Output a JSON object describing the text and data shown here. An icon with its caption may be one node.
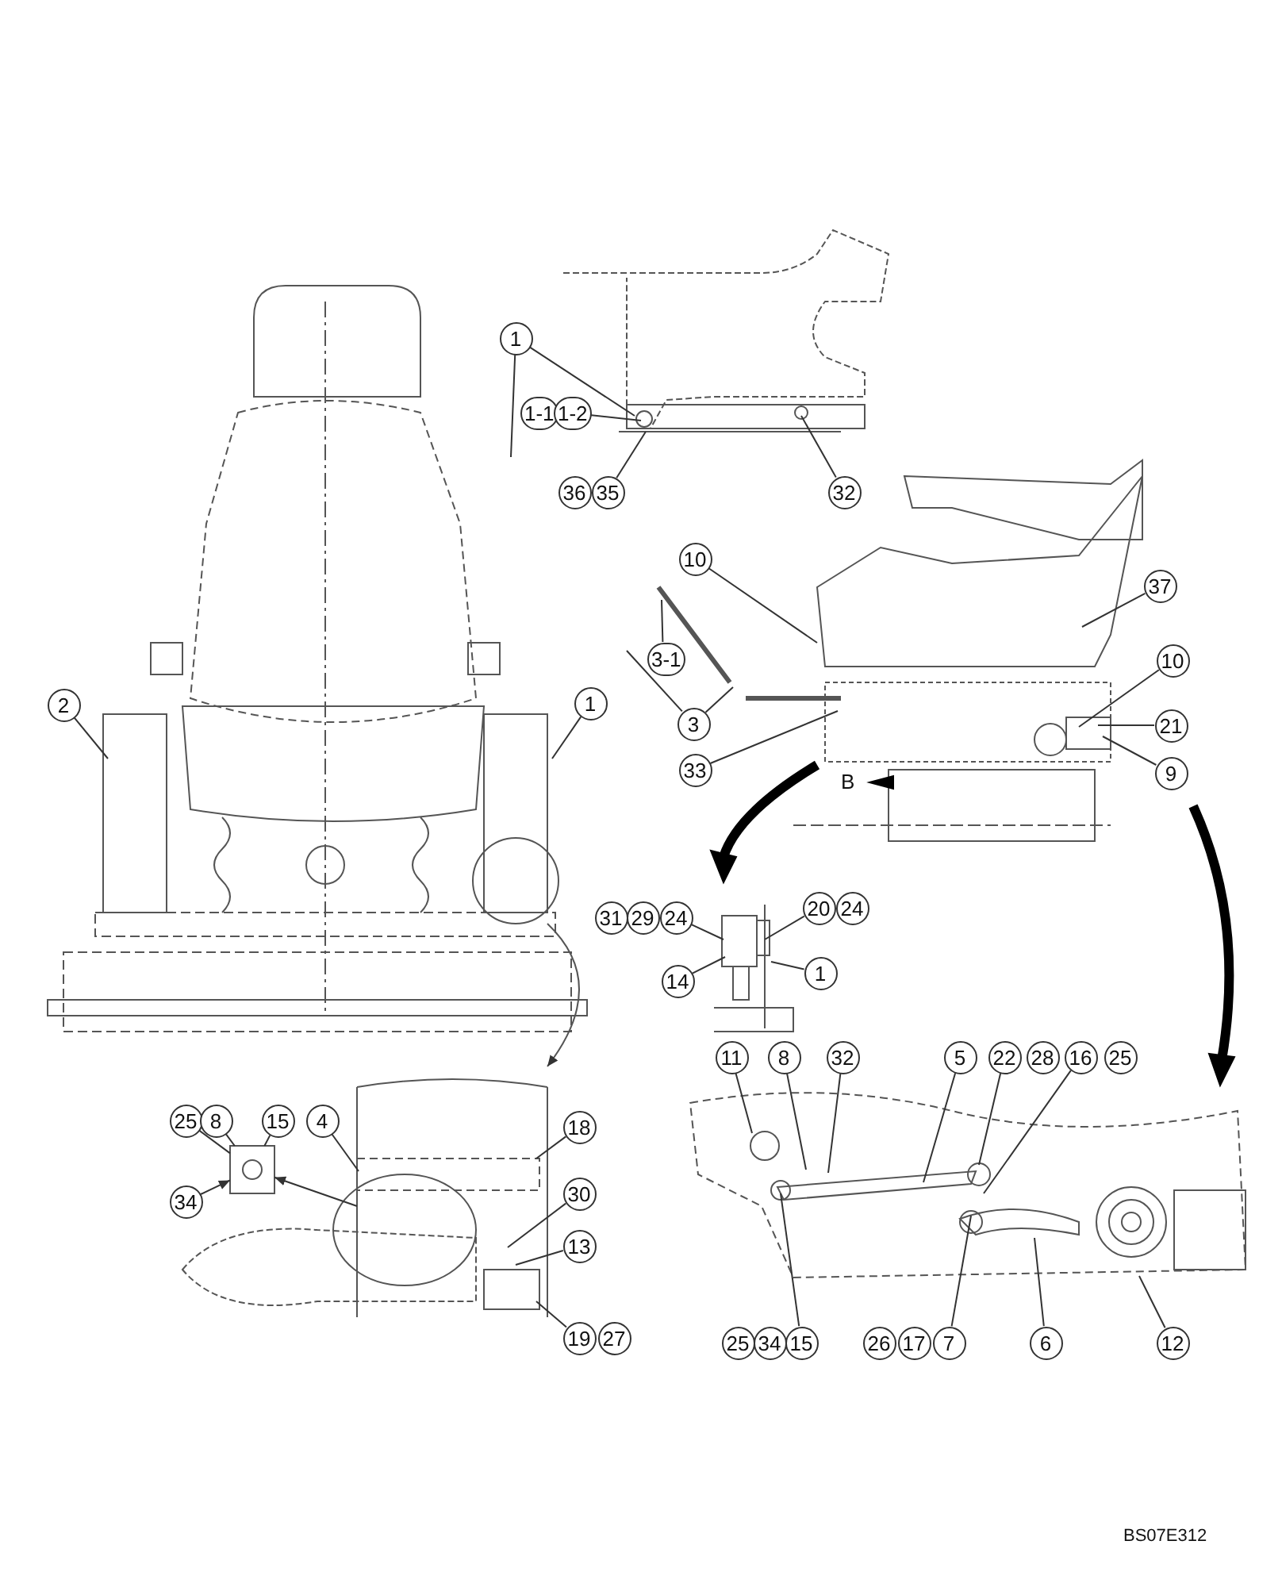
{
  "diagram": {
    "nodes": [
      {
        "text": [
          "1"
        ]
      },
      {
        "text": [
          "1-1"
        ]
      },
      {
        "text": [
          "1-2"
        ]
      },
      {
        "text": [
          "36"
        ]
      },
      {
        "text": [
          "35"
        ]
      },
      {
        "text": [
          "32"
        ]
      },
      {
        "text": [
          "2"
        ]
      },
      {
        "text": [
          "1"
        ]
      },
      {
        "text": [
          "10"
        ]
      },
      {
        "text": [
          "3-1"
        ]
      },
      {
        "text": [
          "3"
        ]
      },
      {
        "text": [
          "33"
        ]
      },
      {
        "text": [
          "37"
        ]
      },
      {
        "text": [
          "10"
        ]
      },
      {
        "text": [
          "21"
        ]
      },
      {
        "text": [
          "9"
        ]
      },
      {
        "text": [
          "31"
        ]
      },
      {
        "text": [
          "29"
        ]
      },
      {
        "text": [
          "24"
        ]
      },
      {
        "text": [
          "20"
        ]
      },
      {
        "text": [
          "24"
        ]
      },
      {
        "text": [
          "14"
        ]
      },
      {
        "text": [
          "1"
        ]
      },
      {
        "text": [
          "11"
        ]
      },
      {
        "text": [
          "8"
        ]
      },
      {
        "text": [
          "32"
        ]
      },
      {
        "text": [
          "5"
        ]
      },
      {
        "text": [
          "22"
        ]
      },
      {
        "text": [
          "28"
        ]
      },
      {
        "text": [
          "16"
        ]
      },
      {
        "text": [
          "25"
        ]
      },
      {
        "text": [
          "25"
        ]
      },
      {
        "text": [
          "34"
        ]
      },
      {
        "text": [
          "15"
        ]
      },
      {
        "text": [
          "26"
        ]
      },
      {
        "text": [
          "17"
        ]
      },
      {
        "text": [
          "7"
        ]
      },
      {
        "text": [
          "6"
        ]
      },
      {
        "text": [
          "12"
        ]
      },
      {
        "text": [
          "25"
        ]
      },
      {
        "text": [
          "8"
        ]
      },
      {
        "text": [
          "15"
        ]
      },
      {
        "text": [
          "34"
        ]
      },
      {
        "text": [
          "4"
        ]
      },
      {
        "text": [
          "18"
        ]
      },
      {
        "text": [
          "30"
        ]
      },
      {
        "text": [
          "13"
        ]
      },
      {
        "text": [
          "19"
        ]
      },
      {
        "text": [
          "27"
        ]
      },
      {
        "text": [],
        "shape": "picture"
      }
    ],
    "edges": [
      {
        "from": 0,
        "to": null,
        "arrow": "none"
      },
      {
        "from": 0,
        "to": null,
        "arrow": "none"
      },
      {
        "from": 2,
        "to": null,
        "arrow": "none"
      },
      {
        "from": 4,
        "to": null,
        "arrow": "none"
      },
      {
        "from": 5,
        "to": null,
        "arrow": "none"
      },
      {
        "from": 6,
        "to": null,
        "arrow": "none"
      },
      {
        "from": 7,
        "to": null,
        "arrow": "none"
      },
      {
        "from": 8,
        "to": null,
        "arrow": "none"
      },
      {
        "from": 9,
        "to": null,
        "arrow": "none"
      },
      {
        "from": 10,
        "to": null,
        "arrow": "none"
      },
      {
        "from": 10,
        "to": null,
        "arrow": "none"
      },
      {
        "from": 11,
        "to": null,
        "arrow": "none"
      },
      {
        "from": 12,
        "to": null,
        "arrow": "none"
      },
      {
        "from": 13,
        "to": null,
        "arrow": "none"
      },
      {
        "from": 14,
        "to": null,
        "arrow": "none"
      },
      {
        "from": 15,
        "to": null,
        "arrow": "none"
      },
      {
        "from": 18,
        "to": null,
        "arrow": "none"
      },
      {
        "from": 19,
        "to": null,
        "arrow": "none"
      },
      {
        "from": 21,
        "to": null,
        "arrow": "none"
      },
      {
        "from": 22,
        "to": null,
        "arrow": "none"
      },
      {
        "from": 23,
        "to": null,
        "arrow": "none"
      },
      {
        "from": 24,
        "to": null,
        "arrow": "none"
      },
      {
        "from": 25,
        "to": null,
        "arrow": "none"
      },
      {
        "from": 26,
        "to": null,
        "arrow": "none"
      },
      {
        "from": 27,
        "to": null,
        "arrow": "none"
      },
      {
        "from": 29,
        "to": null,
        "arrow": "none"
      },
      {
        "from": 33,
        "to": null,
        "arrow": "none"
      },
      {
        "from": 36,
        "to": null,
        "arrow": "none"
      },
      {
        "from": 37,
        "to": null,
        "arrow": "none"
      },
      {
        "from": 38,
        "to": null,
        "arrow": "none"
      },
      {
        "from": 39,
        "to": 49,
        "arrow": "none"
      },
      {
        "from": 40,
        "to": 49,
        "arrow": "none"
      },
      {
        "from": 41,
        "to": 49,
        "arrow": "none"
      },
      {
        "from": 42,
        "to": 49,
        "arrow": "to"
      },
      {
        "from": 43,
        "to": null,
        "arrow": "none"
      },
      {
        "from": 44,
        "to": null,
        "arrow": "none"
      },
      {
        "from": 45,
        "to": null,
        "arrow": "none"
      },
      {
        "from": 46,
        "to": null,
        "arrow": "none"
      },
      {
        "from": 47,
        "to": null,
        "arrow": "none"
      },
      {
        "from": null,
        "to": 49,
        "arrow": "to"
      }
    ],
    "labels": [
      "B",
      "BS07E312"
    ]
  }
}
